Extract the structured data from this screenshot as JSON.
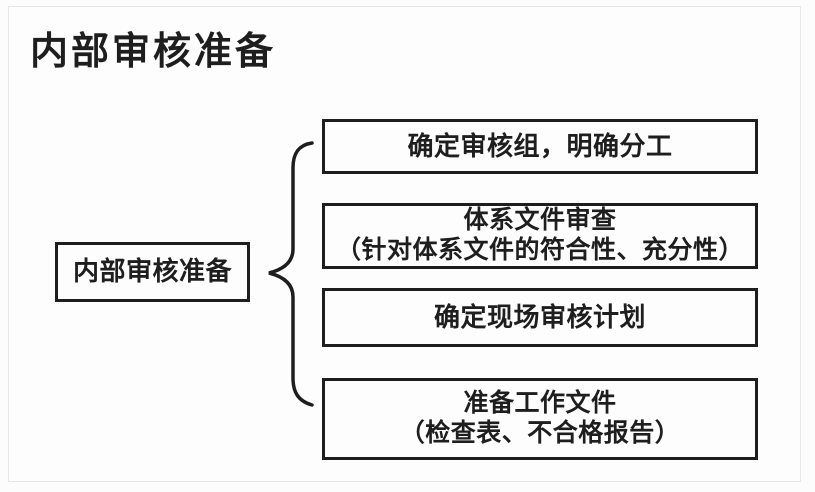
{
  "title": "内部审核准备",
  "diagram": {
    "root": {
      "label": "内部审核准备"
    },
    "items": [
      {
        "lines": [
          "确定审核组，明确分工"
        ]
      },
      {
        "lines": [
          "体系文件审查",
          "（针对体系文件的符合性、充分性）"
        ]
      },
      {
        "lines": [
          "确定现场审核计划"
        ]
      },
      {
        "lines": [
          "准备工作文件",
          "（检查表、不合格报告）"
        ]
      }
    ],
    "connector": "left-curly-brace"
  },
  "colors": {
    "ink": "#1e1e1e",
    "background": "#fcfcfc",
    "frame_border": "#e7e7e7"
  }
}
